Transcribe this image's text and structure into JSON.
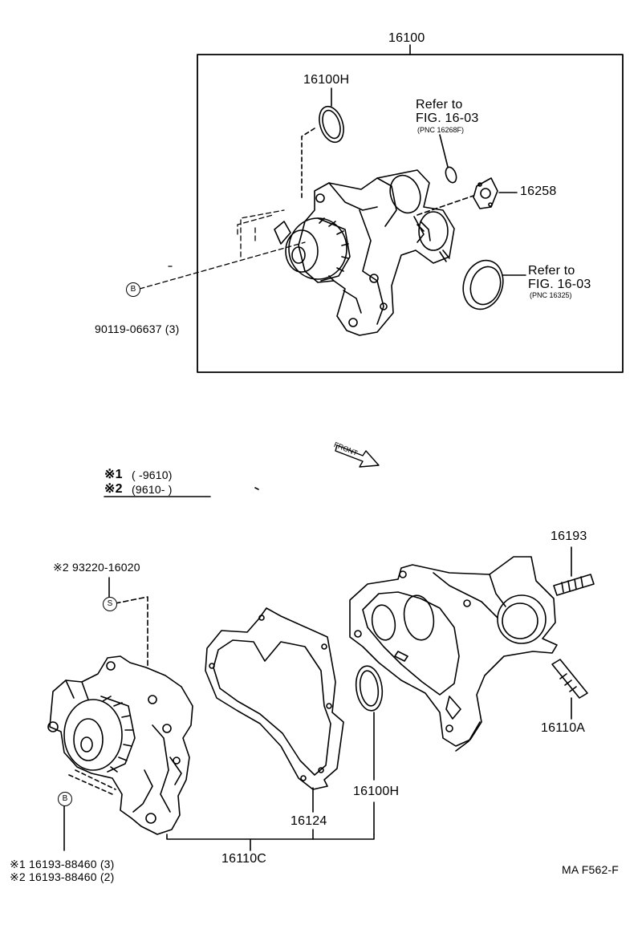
{
  "upper_group": {
    "assembly_pnc": "16100",
    "gasket_pnc": "16100H",
    "refer_1": {
      "line1": "Refer to",
      "line2": "FIG. 16-03",
      "pnc": "(PNC 16268F)"
    },
    "plate_pnc": "16258",
    "refer_2": {
      "line1": "Refer to",
      "line2": "FIG. 16-03",
      "pnc": "(PNC 16325)"
    },
    "bolt_marker": "B",
    "bolt_part": "90119-06637 (3)"
  },
  "front_label": "FRONT",
  "legend": {
    "note_1_mark": "※1",
    "note_1_range": "(       -9610)",
    "note_2_mark": "※2",
    "note_2_range": "(9610-       )"
  },
  "lower_group": {
    "seal_marker": "S",
    "seal_part": "※2 93220-16020",
    "stud_top_pnc": "16193",
    "stud_bottom_pnc": "16110A",
    "gasket_pnc": "16100H",
    "plate_gasket_pnc": "16124",
    "housing_pnc": "16110C",
    "bolt_marker": "B",
    "bolt_part_1": "※1 16193-88460 (3)",
    "bolt_part_2": "※2 16193-88460 (2)"
  },
  "figure_code": "MA F562-F"
}
